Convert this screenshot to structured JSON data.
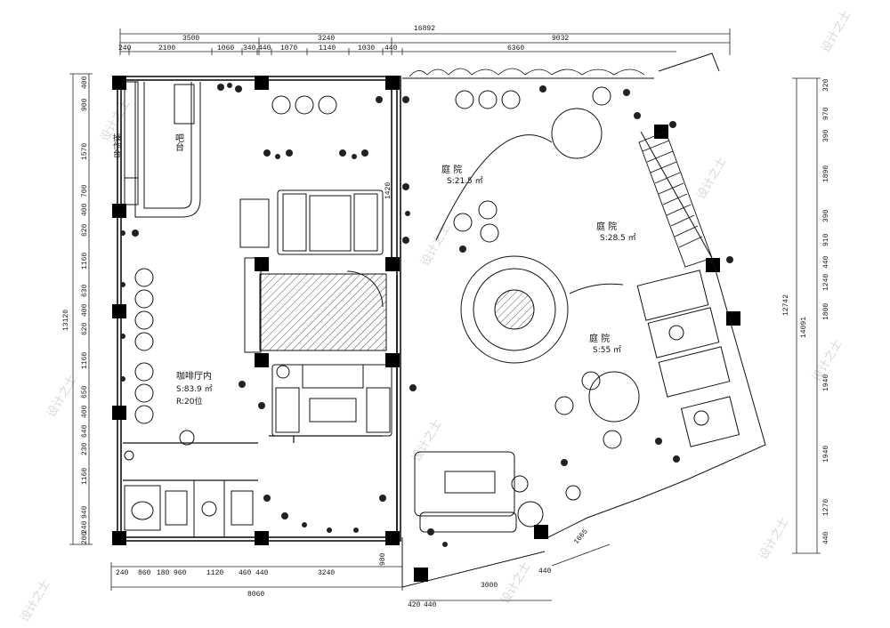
{
  "dimensions": {
    "top_overall": "16892",
    "top_sections": [
      "3500",
      "3240",
      "9032"
    ],
    "top_detail": [
      "240",
      "2100",
      "1060",
      "340",
      "440",
      "1070",
      "1140",
      "1030",
      "440",
      "6360"
    ],
    "left": [
      "400",
      "900",
      "1570",
      "700",
      "400",
      "620",
      "1160",
      "630",
      "400",
      "620",
      "1160",
      "650",
      "400",
      "640",
      "230",
      "1160",
      "940",
      "240",
      "200"
    ],
    "left_total": "13120",
    "right": [
      "320",
      "970",
      "390",
      "1890",
      "390",
      "910",
      "440",
      "1240",
      "1800",
      "1940",
      "1940",
      "1270",
      "440"
    ],
    "right_totals": [
      "12742",
      "14091"
    ],
    "bottom_detail": [
      "240",
      "860",
      "180",
      "960",
      "1120",
      "460",
      "440",
      "3240"
    ],
    "bottom_total": "8060",
    "bottom_right": [
      "980",
      "420",
      "440",
      "3000",
      "440",
      "1665"
    ],
    "door_width": "1420"
  },
  "rooms": {
    "bar_counter": "吧台",
    "operation_area": "操作台",
    "cafe": {
      "name": "咖啡厅内",
      "area": "S:83.9 ㎡",
      "seats": "R:20位"
    },
    "courtyard_1": {
      "name": "庭    院",
      "area": "S:21.5 ㎡"
    },
    "courtyard_2": {
      "name": "庭    院",
      "area": "S:28.5 ㎡"
    },
    "courtyard_3": {
      "name": "庭    院",
      "area": "S:55 ㎡"
    }
  },
  "watermark": "设计之士"
}
